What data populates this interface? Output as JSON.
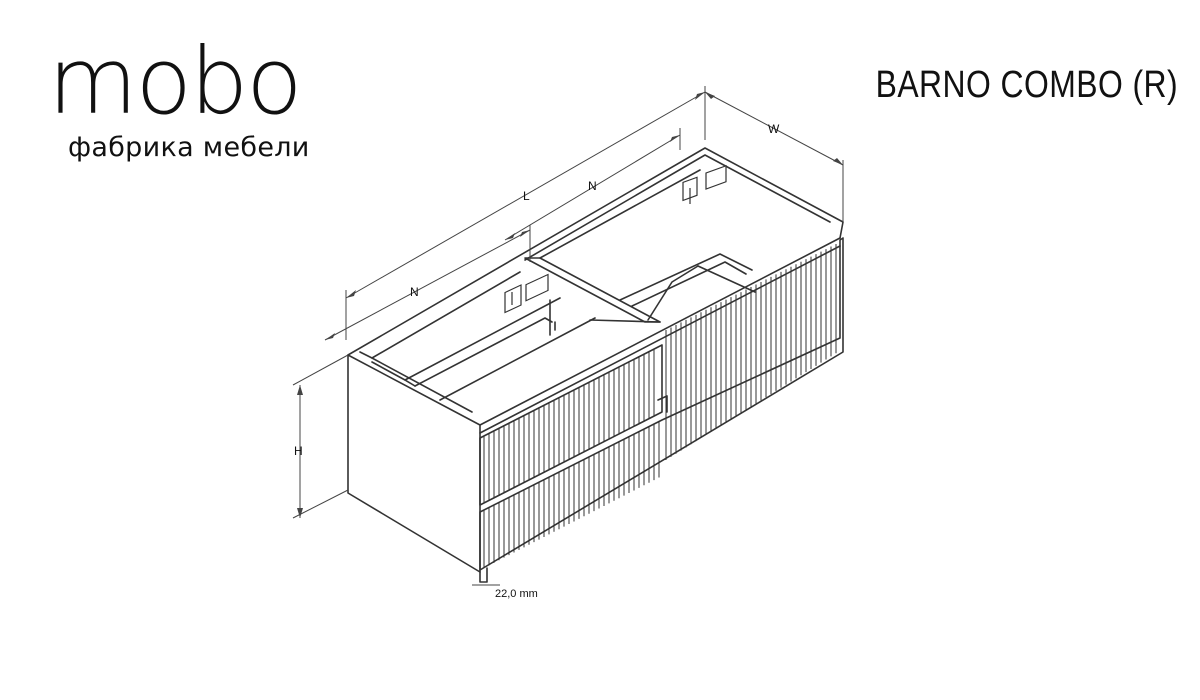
{
  "brand": {
    "logo": "mobo",
    "tagline": "фабрика мебели"
  },
  "product": {
    "title": "BARNO COMBO (R)"
  },
  "dimensions": {
    "length": "L",
    "width": "W",
    "height": "H",
    "niche_left": "N",
    "niche_right": "N",
    "leg_height": "22,0 mm"
  },
  "colors": {
    "line": "#333333",
    "background": "#ffffff"
  }
}
